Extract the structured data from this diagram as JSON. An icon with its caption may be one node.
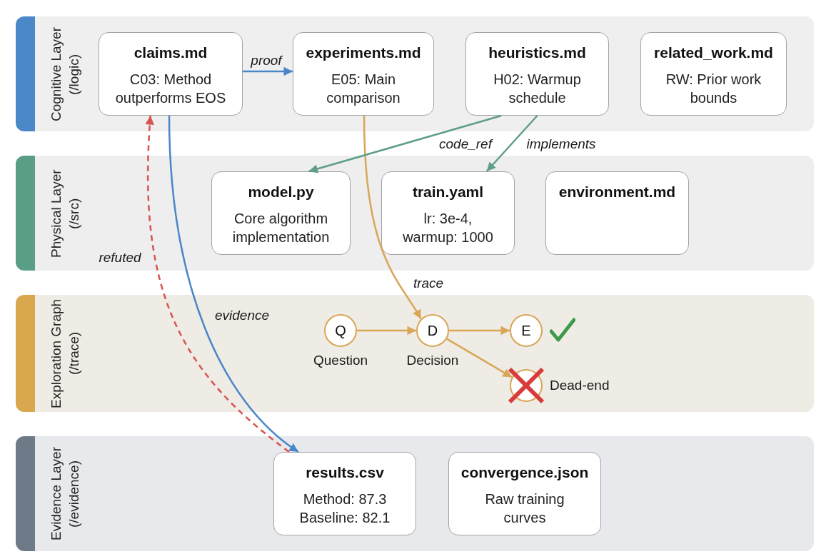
{
  "diagram": {
    "nodes": [
      {
        "text": [
          "Cognitive Layer (/logic)"
        ]
      },
      {
        "text": [
          "claims.md",
          "C03: Method outperforms EOS"
        ],
        "in": 0
      },
      {
        "text": [
          "experiments.md",
          "E05: Main comparison"
        ],
        "in": 0
      },
      {
        "text": [
          "heuristics.md",
          "H02: Warmup schedule"
        ],
        "in": 0
      },
      {
        "text": [
          "related_work.md",
          "RW: Prior work bounds"
        ],
        "in": 0
      },
      {
        "text": [
          "Physical Layer (/src)"
        ]
      },
      {
        "text": [
          "model.py",
          "Core algorithm implementation"
        ],
        "in": 5
      },
      {
        "text": [
          "train.yaml",
          "lr: 3e-4, warmup: 1000"
        ],
        "in": 5
      },
      {
        "text": [
          "environment.md"
        ],
        "in": 5
      },
      {
        "text": [
          "Exploration Graph (/trace)"
        ]
      },
      {
        "text": [
          "Q"
        ],
        "in": 9,
        "beside": [
          "Question"
        ]
      },
      {
        "text": [
          "D"
        ],
        "in": 9,
        "beside": [
          "Decision"
        ]
      },
      {
        "text": [
          "E"
        ],
        "in": 9
      },
      {
        "text": [],
        "shape": "circle",
        "in": 9,
        "beside": [
          "Dead-end"
        ]
      },
      {
        "text": [
          "Evidence Layer (/evidence)"
        ]
      },
      {
        "text": [
          "results.csv",
          "Method: 87.3 Baseline: 82.1"
        ],
        "in": 14
      },
      {
        "text": [
          "convergence.json",
          "Raw training curves"
        ],
        "in": 14
      }
    ],
    "edges": [
      {
        "from": 1,
        "to": 2,
        "arrow": "to",
        "label": "proof",
        "color": "#4a86c8"
      },
      {
        "from": 1,
        "to": 15,
        "arrow": "to",
        "label": "evidence",
        "color": "#4a86c8"
      },
      {
        "from": 15,
        "to": 1,
        "arrow": "to",
        "label": "refuted",
        "style": "dashed",
        "color": "#d9534f"
      },
      {
        "from": 2,
        "to": 11,
        "arrow": "to",
        "label": "trace"
      },
      {
        "from": 3,
        "to": 6,
        "arrow": "to",
        "label": "code_ref",
        "color": "#5e9e88"
      },
      {
        "from": 3,
        "to": 7,
        "arrow": "to",
        "label": "implements",
        "color": "#5e9e88"
      },
      {
        "from": 10,
        "to": 11,
        "arrow": "to"
      },
      {
        "from": 11,
        "to": 12,
        "arrow": "to"
      },
      {
        "from": 11,
        "to": 13,
        "arrow": "to"
      }
    ]
  }
}
